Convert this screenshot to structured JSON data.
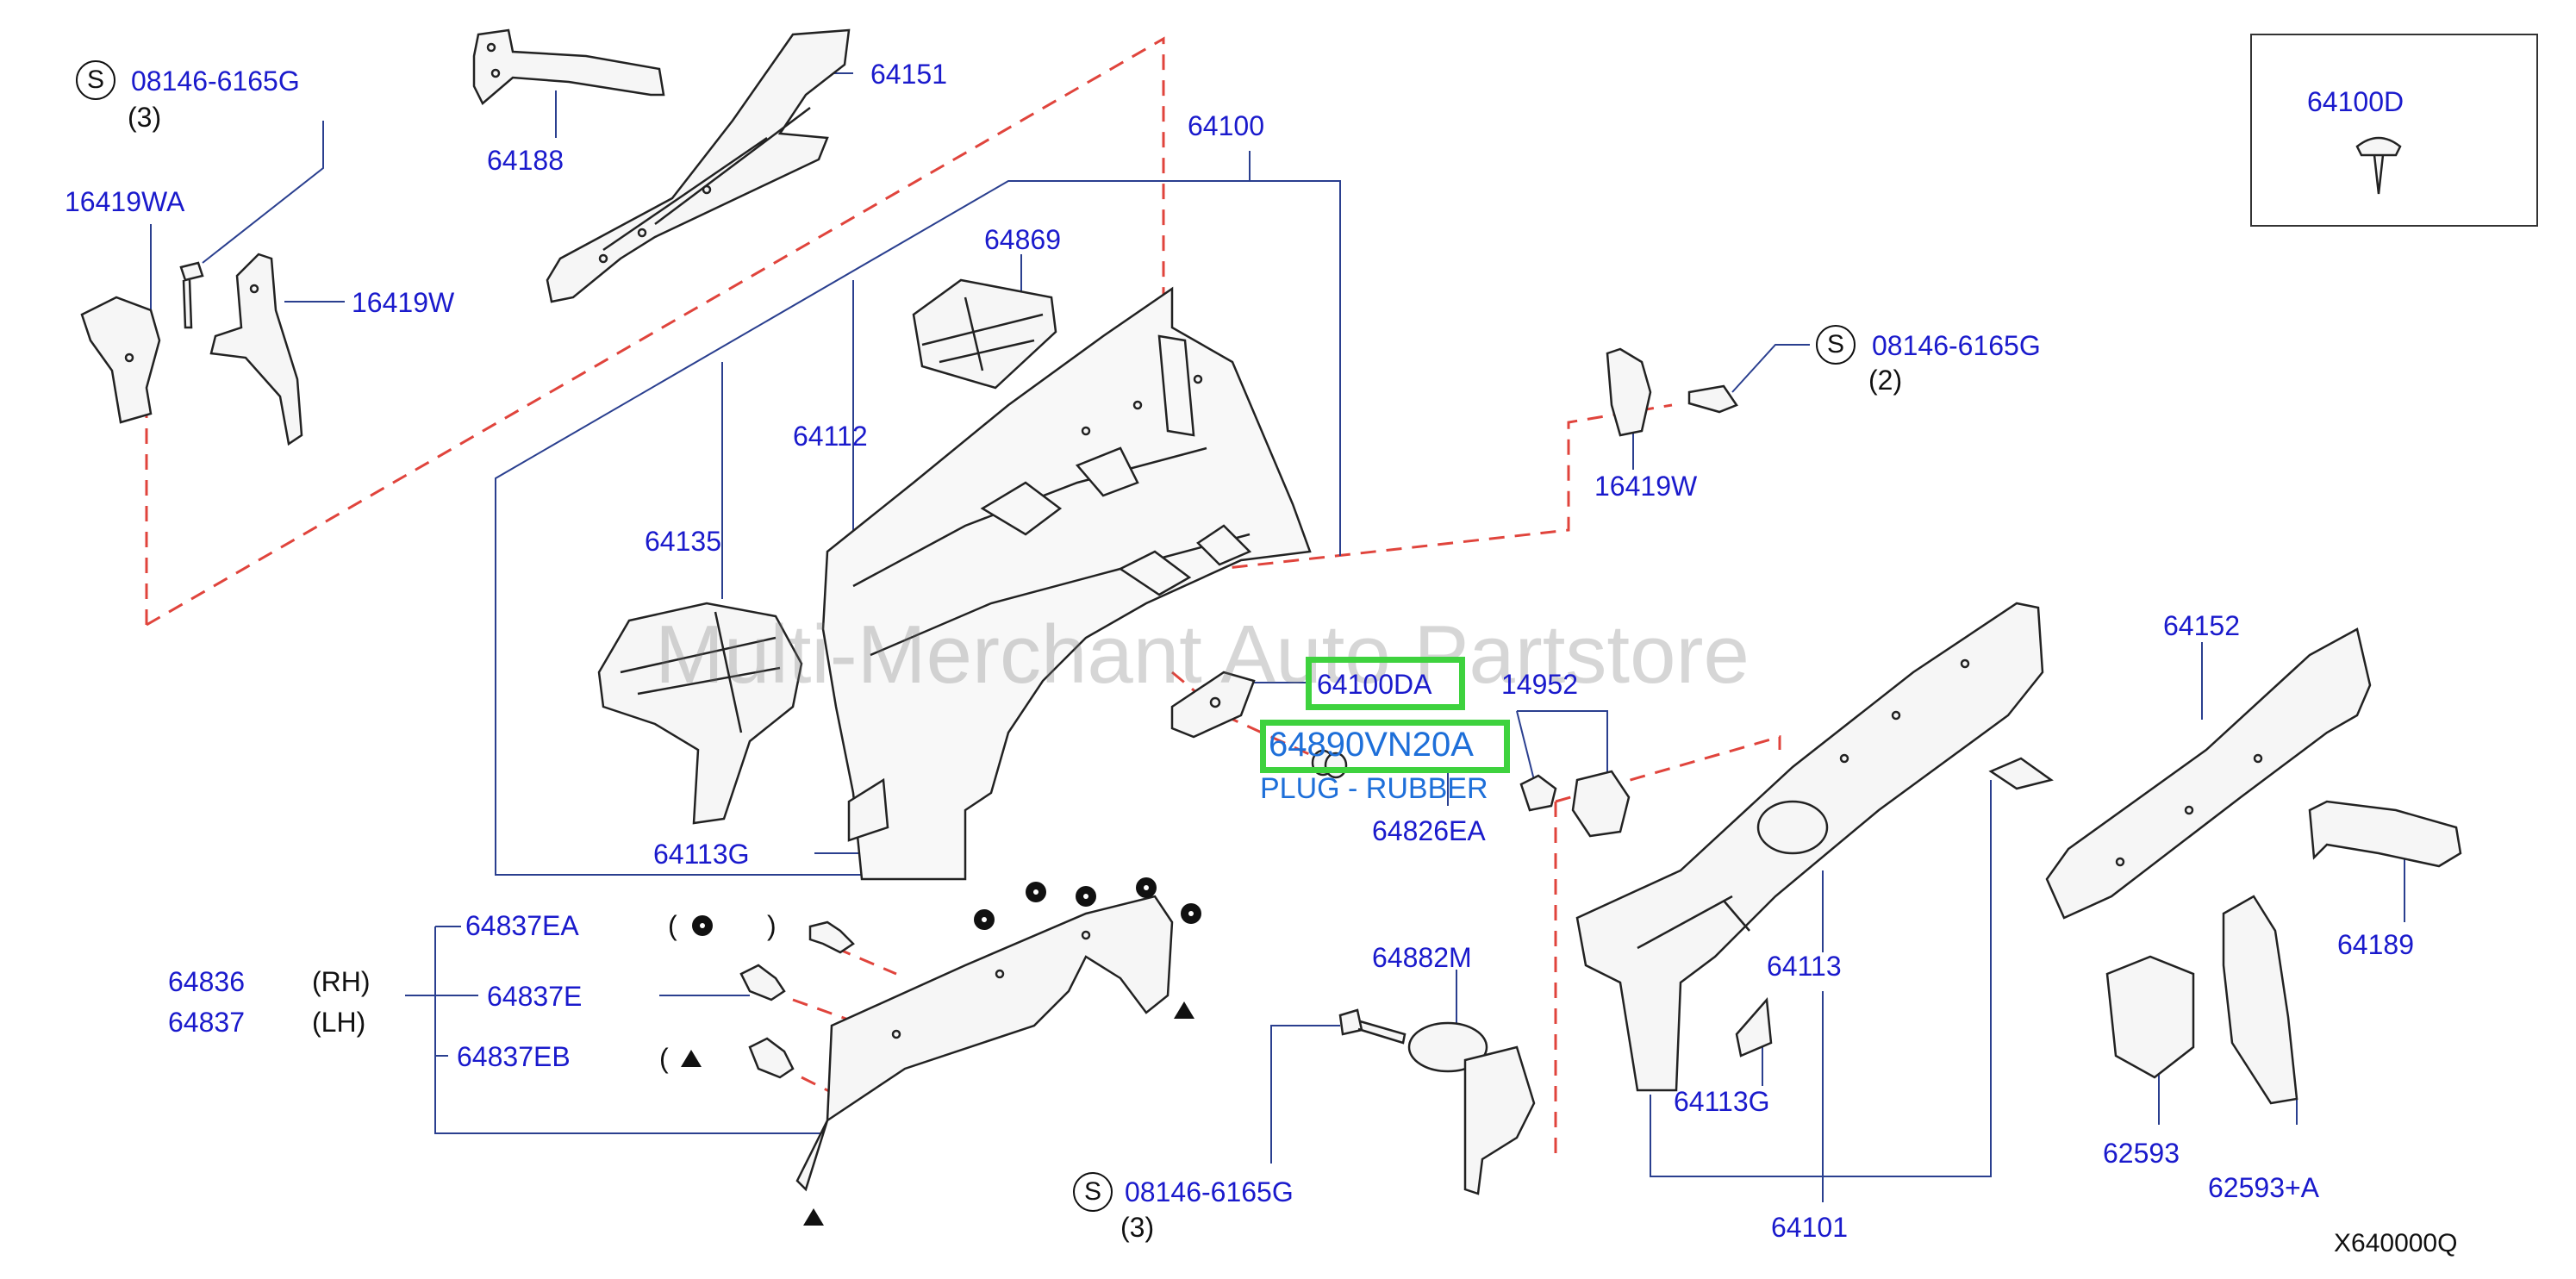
{
  "diagram_code": "X640000Q",
  "watermark": "Multi-Merchant Auto Partstore",
  "highlight_color": "#3ed23e",
  "label_color": "#1a1acc",
  "screw_symbol": "S",
  "callouts": {
    "p64151": "64151",
    "p64188": "64188",
    "p64100": "64100",
    "p64869": "64869",
    "p64112": "64112",
    "p64135": "64135",
    "p64113g_left": "64113G",
    "p16419wa": "16419WA",
    "p16419w_left": "16419W",
    "p16419w_right": "16419W",
    "screw_top_left": "08146-6165G",
    "screw_top_left_qty": "(3)",
    "screw_right": "08146-6165G",
    "screw_right_qty": "(2)",
    "screw_bottom": "08146-6165G",
    "screw_bottom_qty": "(3)",
    "p64100d": "64100D",
    "p64100da": "64100DA",
    "p64890vn20a": "64890VN20A",
    "plug_rubber": "PLUG - RUBBER",
    "p64826ea": "64826EA",
    "p14952": "14952",
    "p64152": "64152",
    "p64189": "64189",
    "p64113": "64113",
    "p64113g_right": "64113G",
    "p64101": "64101",
    "p62593": "62593",
    "p62593a": "62593+A",
    "p64882m": "64882M",
    "p64836": "64836",
    "rh": "(RH)",
    "p64837": "64837",
    "lh": "(LH)",
    "p64837ea": "64837EA",
    "p64837e": "64837E",
    "p64837eb": "64837EB",
    "paren_open_1": "(",
    "paren_close_1": ")",
    "paren_open_2": "("
  }
}
